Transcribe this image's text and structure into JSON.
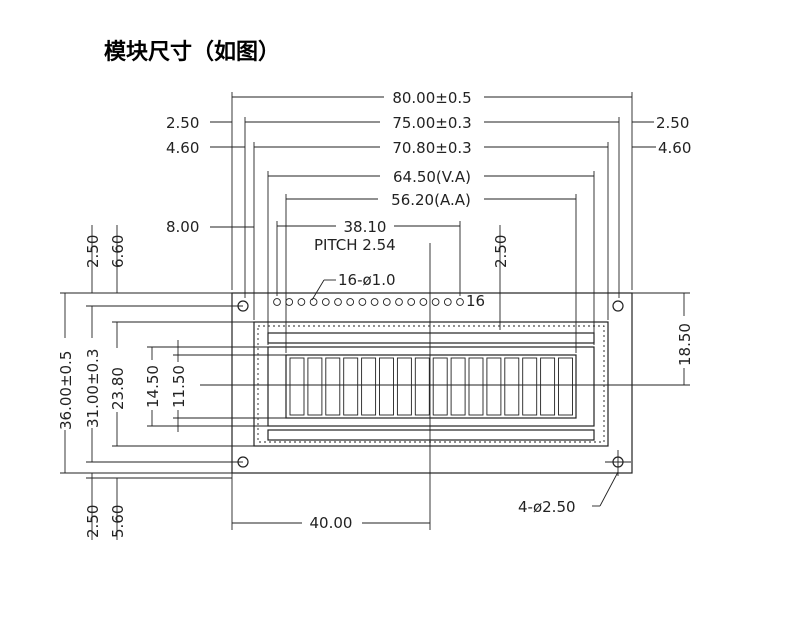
{
  "title": "模块尺寸（如图）",
  "dims": {
    "d80": "80.00±0.5",
    "d75": "75.00±0.3",
    "d70": "70.80±0.3",
    "d64": "64.50(V.A)",
    "d56": "56.20(A.A)",
    "d38": "38.10",
    "pitch": "PITCH 2.54",
    "pin_hole": "16-ø1.0",
    "pin_last": "16",
    "left_250": "2.50",
    "left_460": "4.60",
    "right_250": "2.50",
    "right_460": "4.60",
    "left_800": "8.00",
    "top_250a": "2.50",
    "top_660": "6.60",
    "top_250b": "2.50",
    "h36": "36.00±0.5",
    "h31": "31.00±0.3",
    "h238": "23.80",
    "h145": "14.50",
    "h115": "11.50",
    "h185": "18.50",
    "bot_250": "2.50",
    "bot_560": "5.60",
    "bot_40": "40.00",
    "mount": "4-ø2.50"
  }
}
